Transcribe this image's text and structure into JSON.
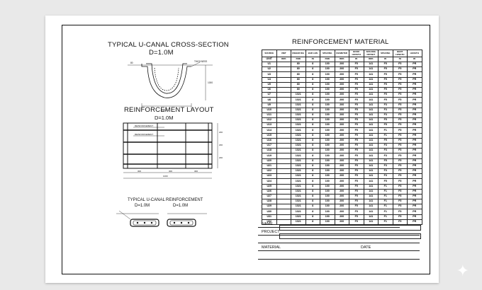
{
  "section_title": "TYPICAL U-CANAL CROSS-SECTION",
  "section_dim": "D=1.0M",
  "layout_title": "REINFORCEMENT LAYOUT",
  "layout_dim": "D=1.0M",
  "small_left_title": "TYPICAL U-CANAL",
  "small_left_dim": "D=1.0M",
  "small_right_title": "REINFORCEMENT",
  "small_right_dim": "D=1.0M",
  "table_title": "REINFORCEMENT MATERIAL",
  "table": {
    "headers": [
      "SOURCE",
      "UNIT",
      "REBAR DIA",
      "BAR LEN",
      "SPACING",
      "DIAMETER",
      "BOOK LENGTH",
      "SPACING OFFSET",
      "SPACING",
      "BENT LENGTH",
      "LENGTH"
    ],
    "units": [
      "UNIT",
      "mm",
      "mm",
      "m",
      "mm",
      "mm",
      "m",
      "mm",
      "m",
      "m",
      "m"
    ],
    "rows": [
      [
        "U1",
        "80",
        "8",
        "100",
        "200",
        "F5",
        "141",
        "F5",
        "F5",
        "PR"
      ],
      [
        "U2",
        "80",
        "8",
        "100",
        "200",
        "F5",
        "141",
        "F5",
        "F5",
        "PR"
      ],
      [
        "U3",
        "80",
        "8",
        "100",
        "200",
        "F5",
        "141",
        "F5",
        "F5",
        "PR"
      ],
      [
        "U4",
        "80",
        "8",
        "100",
        "200",
        "F5",
        "141",
        "F5",
        "F5",
        "PR"
      ],
      [
        "U5",
        "80",
        "8",
        "100",
        "200",
        "F5",
        "141",
        "F5",
        "F5",
        "PR"
      ],
      [
        "U6",
        "80",
        "8",
        "100",
        "200",
        "F5",
        "141",
        "F5",
        "F5",
        "PR"
      ],
      [
        "U7",
        "1021",
        "8",
        "100",
        "200",
        "F5",
        "141",
        "F5",
        "F5",
        "PR"
      ],
      [
        "U8",
        "1021",
        "8",
        "100",
        "200",
        "F5",
        "141",
        "F5",
        "F5",
        "PR"
      ],
      [
        "U9",
        "1021",
        "8",
        "100",
        "200",
        "F5",
        "141",
        "F3",
        "F5",
        "PR"
      ],
      [
        "U10",
        "1021",
        "8",
        "100",
        "200",
        "F5",
        "141",
        "F3",
        "F5",
        "PR"
      ],
      [
        "U11",
        "1021",
        "8",
        "100",
        "200",
        "F5",
        "141",
        "F3",
        "F5",
        "PR"
      ],
      [
        "U12",
        "1021",
        "8",
        "100",
        "200",
        "F5",
        "141",
        "F5",
        "F5",
        "PR"
      ],
      [
        "U13",
        "1021",
        "8",
        "100",
        "200",
        "F5",
        "141",
        "F5",
        "F5",
        "PR"
      ],
      [
        "U14",
        "1021",
        "8",
        "100",
        "200",
        "F5",
        "141",
        "F1",
        "F5",
        "PR"
      ],
      [
        "U15",
        "1021",
        "8",
        "100",
        "200",
        "F5",
        "141",
        "F1",
        "F5",
        "PR"
      ],
      [
        "U16",
        "1021",
        "8",
        "100",
        "200",
        "F5",
        "141",
        "F5",
        "F5",
        "PR"
      ],
      [
        "U17",
        "1021",
        "8",
        "100",
        "200",
        "F5",
        "141",
        "F3",
        "F5",
        "PR"
      ],
      [
        "U18",
        "1021",
        "8",
        "100",
        "200",
        "F5",
        "141",
        "F3",
        "F5",
        "PR"
      ],
      [
        "U19",
        "1021",
        "8",
        "100",
        "200",
        "F5",
        "141",
        "F3",
        "F5",
        "PR"
      ],
      [
        "U20",
        "1021",
        "8",
        "100",
        "200",
        "F5",
        "141",
        "F5",
        "F5",
        "PR"
      ],
      [
        "U21",
        "1021",
        "8",
        "100",
        "200",
        "F5",
        "141",
        "F3",
        "F5",
        "PR"
      ],
      [
        "U22",
        "1021",
        "8",
        "100",
        "200",
        "F5",
        "141",
        "F3",
        "F5",
        "PR"
      ],
      [
        "U23",
        "1021",
        "8",
        "100",
        "200",
        "F5",
        "141",
        "F3",
        "F5",
        "PR"
      ],
      [
        "U24",
        "1021",
        "8",
        "100",
        "200",
        "F5",
        "141",
        "F5",
        "F5",
        "PR"
      ],
      [
        "U25",
        "1021",
        "8",
        "100",
        "200",
        "F5",
        "141",
        "F1",
        "F5",
        "PR"
      ],
      [
        "U26",
        "1021",
        "8",
        "100",
        "200",
        "F5",
        "141",
        "F1",
        "F5",
        "PR"
      ],
      [
        "U27",
        "1021",
        "8",
        "100",
        "200",
        "F5",
        "141",
        "F1",
        "F5",
        "PR"
      ],
      [
        "U28",
        "1021",
        "8",
        "100",
        "200",
        "F5",
        "141",
        "F1",
        "F5",
        "PR"
      ],
      [
        "U29",
        "1021",
        "8",
        "100",
        "200",
        "F5",
        "141",
        "F1",
        "F5",
        "PR"
      ],
      [
        "U30",
        "1021",
        "8",
        "100",
        "200",
        "F5",
        "141",
        "F1",
        "F5",
        "PR"
      ],
      [
        "U31",
        "1021",
        "8",
        "100",
        "200",
        "F5",
        "141",
        "F1",
        "F5",
        "PR"
      ],
      [
        "U32",
        "1021",
        "8",
        "100",
        "200",
        "F5",
        "141",
        "F1",
        "F5",
        "PR"
      ]
    ]
  },
  "title_block": {
    "name_label": "NAME",
    "project_label": "PROJECT",
    "material_label": "MATERIAL",
    "date_label": "DATE"
  }
}
